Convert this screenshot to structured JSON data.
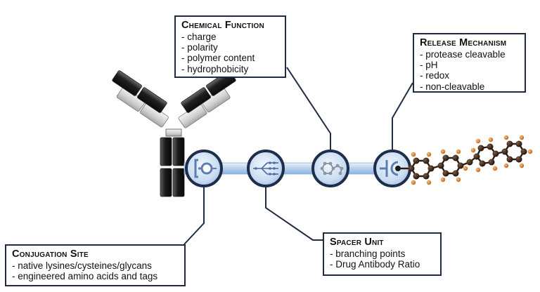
{
  "chemical_function": {
    "title": "Chemical Function",
    "items": [
      "- charge",
      "- polarity",
      "- polymer content",
      "- hydrophobicity"
    ]
  },
  "release_mechanism": {
    "title": "Release Mechanism",
    "items": [
      "- protease cleavable",
      "- pH",
      "- redox",
      "- non-cleavable"
    ]
  },
  "spacer_unit": {
    "title": "Spacer Unit",
    "items": [
      "- branching points",
      "- Drug Antibody Ratio"
    ]
  },
  "conjugation_site": {
    "title": "Conjugation Site",
    "items": [
      "- native lysines/cysteines/glycans",
      "- engineered amino acids and tags"
    ]
  },
  "icons": {
    "antibody": "antibody-icon",
    "conjugation": "conjugation-node-icon",
    "spacer": "branching-spacer-icon",
    "chemical": "molecule-node-icon",
    "release": "cleavage-node-icon",
    "drug": "drug-molecule-icon"
  },
  "colors": {
    "border": "#1f2a44",
    "node_ring": "#1f2d4d",
    "node_fill": "#d4e4f5",
    "tube": "#b9d3ef",
    "carbon": "#2a1a10",
    "hydrogen": "#d8752a"
  }
}
